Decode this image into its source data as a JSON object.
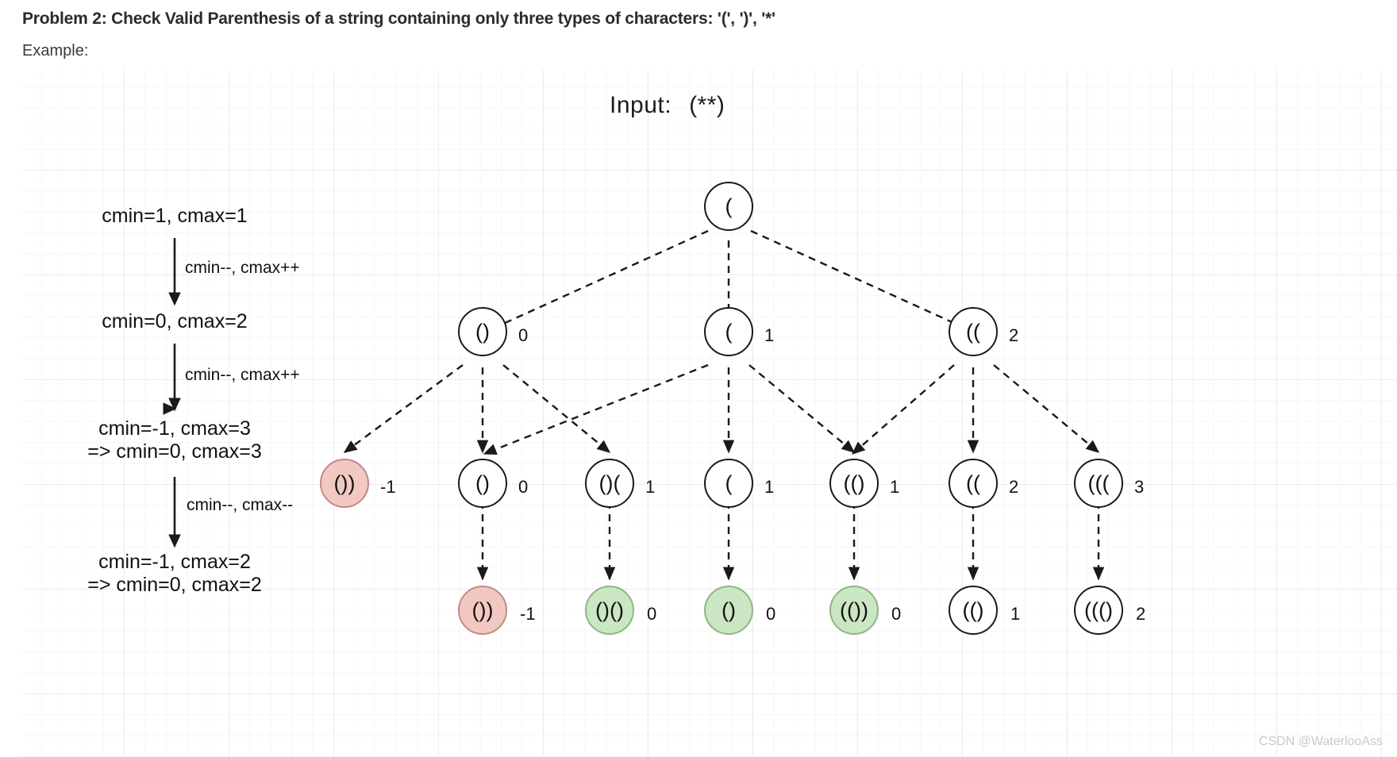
{
  "header": {
    "title": "Problem 2: Check Valid Parenthesis of a string containing only three types of characters: '(', ')', '*'",
    "example_label": "Example:"
  },
  "diagram": {
    "input_label": "Input:",
    "input_value": "(**)",
    "watermark": "CSDN @WaterlooAss",
    "colors": {
      "red_fill": "#f2c8c3",
      "red_stroke": "#c08a84",
      "green_fill": "#cbe6c2",
      "green_stroke": "#8fb584",
      "node_stroke": "#1a1a1a",
      "grid_minor": "#f6f6f6",
      "grid_major": "#ececec"
    },
    "state_steps": [
      {
        "line1": "cmin=1, cmax=1",
        "line2": ""
      },
      {
        "line1": "cmin=0, cmax=2",
        "line2": ""
      },
      {
        "line1": "cmin=-1, cmax=3",
        "line2": "=>  cmin=0,  cmax=3"
      },
      {
        "line1": "cmin=-1, cmax=2",
        "line2": "=> cmin=0,  cmax=2"
      }
    ],
    "transition_labels": [
      "cmin--, cmax++",
      "cmin--, cmax++",
      "cmin--, cmax--"
    ],
    "levels": [
      {
        "depth": 0,
        "nodes": [
          {
            "label": "(",
            "value": "",
            "state": "white"
          }
        ]
      },
      {
        "depth": 1,
        "nodes": [
          {
            "label": "()",
            "value": "0",
            "state": "white"
          },
          {
            "label": "(",
            "value": "1",
            "state": "white"
          },
          {
            "label": "((",
            "value": "2",
            "state": "white"
          }
        ]
      },
      {
        "depth": 2,
        "nodes": [
          {
            "label": "())",
            "value": "-1",
            "state": "red"
          },
          {
            "label": "()",
            "value": "0",
            "state": "white"
          },
          {
            "label": "()(",
            "value": "1",
            "state": "white"
          },
          {
            "label": "(",
            "value": "1",
            "state": "white"
          },
          {
            "label": "(()",
            "value": "1",
            "state": "white"
          },
          {
            "label": "((",
            "value": "2",
            "state": "white"
          },
          {
            "label": "(((",
            "value": "3",
            "state": "white"
          }
        ]
      },
      {
        "depth": 3,
        "nodes": [
          {
            "label": "())",
            "value": "-1",
            "state": "red"
          },
          {
            "label": "()()",
            "value": "0",
            "state": "green"
          },
          {
            "label": "()",
            "value": "0",
            "state": "green"
          },
          {
            "label": "(())",
            "value": "0",
            "state": "green"
          },
          {
            "label": "(()",
            "value": "1",
            "state": "white"
          },
          {
            "label": "((()",
            "value": "2",
            "state": "white"
          }
        ]
      }
    ]
  }
}
